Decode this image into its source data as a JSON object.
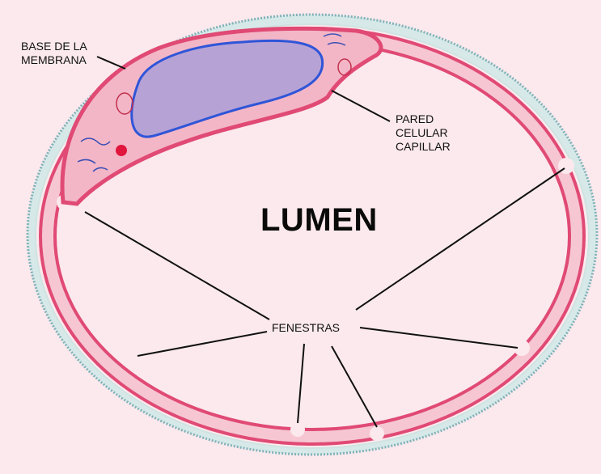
{
  "diagram": {
    "labels": {
      "membrane_line1": "BASE DE LA",
      "membrane_line2": "MEMBRANA",
      "wall_line1": "PARED",
      "wall_line2": "CELULAR",
      "wall_line3": "CAPILLAR",
      "lumen": "LUMEN",
      "fenestras": "FENESTRAS"
    },
    "colors": {
      "background": "#fbe9ed",
      "cell_wall": "#e04a74",
      "cytoplasm": "#f3b6c6",
      "nucleus_fill": "#b7a2d6",
      "nucleus_outline": "#2f55d8",
      "basement_membrane": "#9ec9cc"
    }
  }
}
